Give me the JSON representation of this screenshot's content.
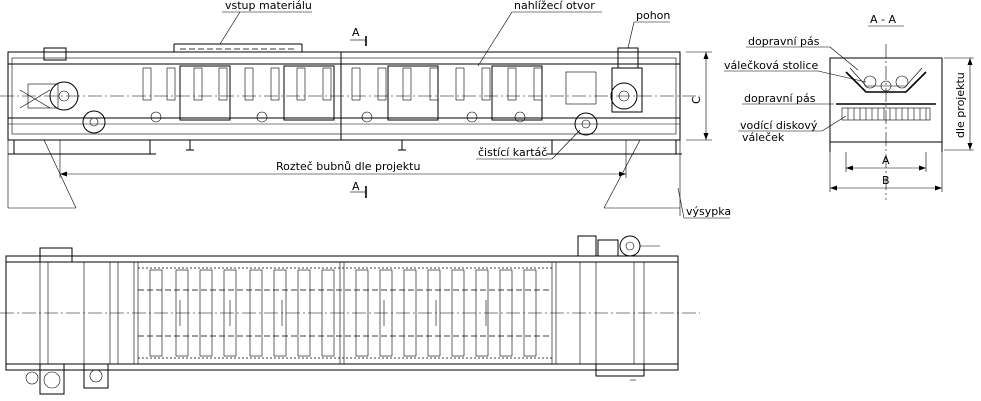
{
  "side_view": {
    "label_material_inlet": "vstup materiálu",
    "label_inspection_opening": "nahlížecí otvor",
    "label_drive": "pohon",
    "label_section_mark": "A",
    "label_drum_pitch": "Rozteč bubnů dle projektu",
    "label_cleaning_brush": "čistící kartáč",
    "label_discharge": "výsypka",
    "label_dimension_c": "C"
  },
  "section_view": {
    "title": "A - A",
    "label_conveyor_belt_top": "dopravní pás",
    "label_roller_station": "válečková stolice",
    "label_conveyor_belt_bottom": "dopravní pás",
    "label_guide_disc_roller_line1": "vodící diskový",
    "label_guide_disc_roller_line2": "váleček",
    "label_height": "dle projektu",
    "label_dim_a": "A",
    "label_dim_b": "B"
  }
}
